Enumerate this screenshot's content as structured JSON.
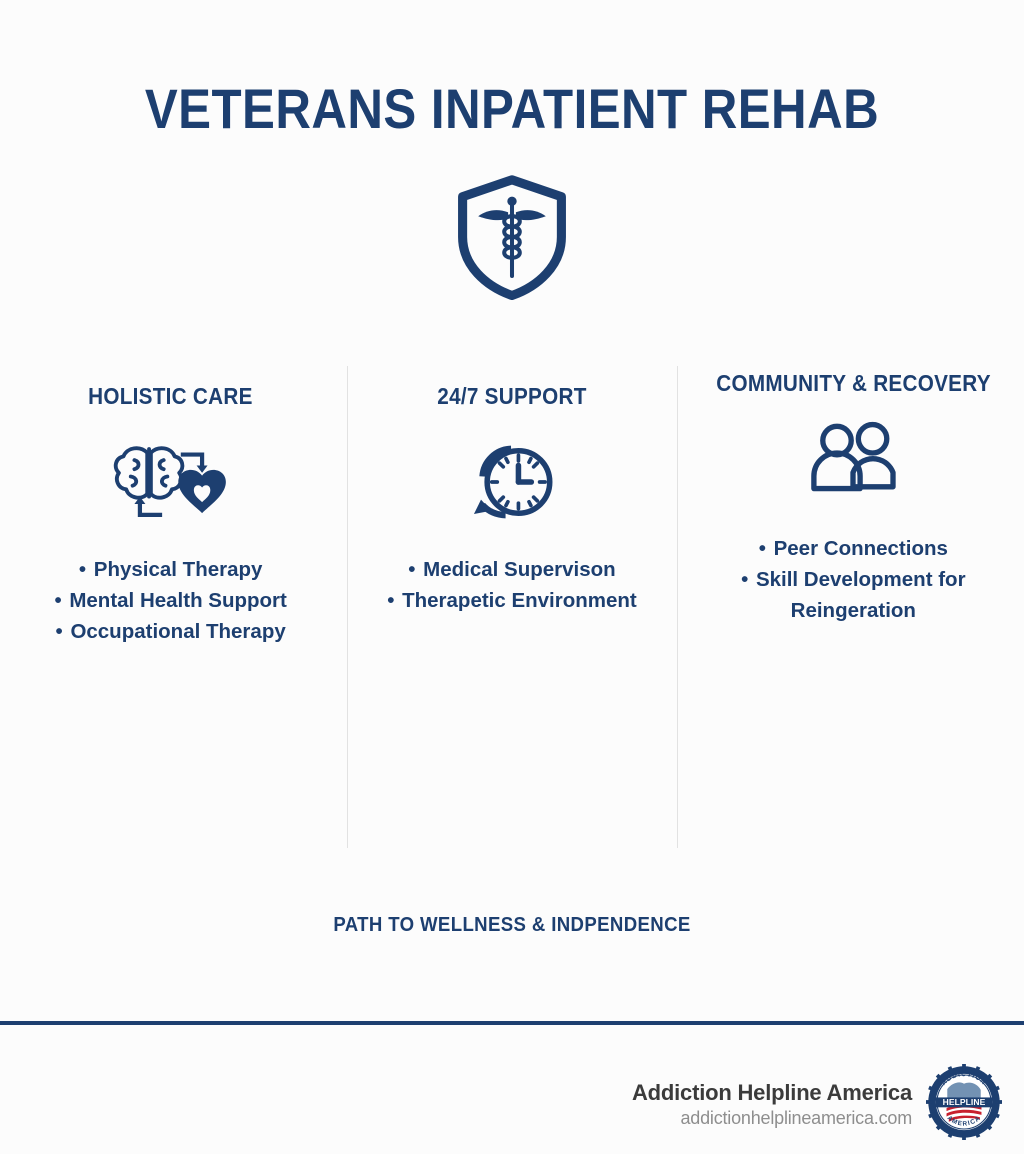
{
  "colors": {
    "navy": "#1d3f70",
    "background": "#fcfcfc",
    "divider": "#e2e2e2",
    "footer_rule": "#1d3f70",
    "brand_text": "#3b3b3b",
    "brand_url": "#8e8e8e",
    "badge_red": "#c8202e",
    "badge_navy": "#1d3f70"
  },
  "header": {
    "title": "VETERANS INPATIENT REHAB",
    "hero_icon": "shield-caduceus-icon"
  },
  "columns": [
    {
      "heading": "HOLISTIC CARE",
      "icon": "brain-heart-icon",
      "items": [
        "Physical Therapy",
        "Mental Health Support",
        "Occupational Therapy"
      ]
    },
    {
      "heading": "24/7 SUPPORT",
      "icon": "clock-arrow-icon",
      "items": [
        "Medical Supervison",
        "Therapetic Environment"
      ]
    },
    {
      "heading": "COMMUNITY & RECOVERY",
      "icon": "two-people-icon",
      "items": [
        "Peer Connections",
        "Skill Development for Reingeration"
      ]
    }
  ],
  "tagline": "PATH TO WELLNESS & INDPENDENCE",
  "footer": {
    "brand_name": "Addiction Helpline America",
    "brand_url": "addictionhelplineamerica.com",
    "badge": {
      "icon": "addiction-helpline-america-badge",
      "top_arc_text": "ADDICTION",
      "banner_text": "HELPLINE",
      "bottom_arc_text": "AMERICA"
    }
  },
  "bullet_glyph": "•"
}
